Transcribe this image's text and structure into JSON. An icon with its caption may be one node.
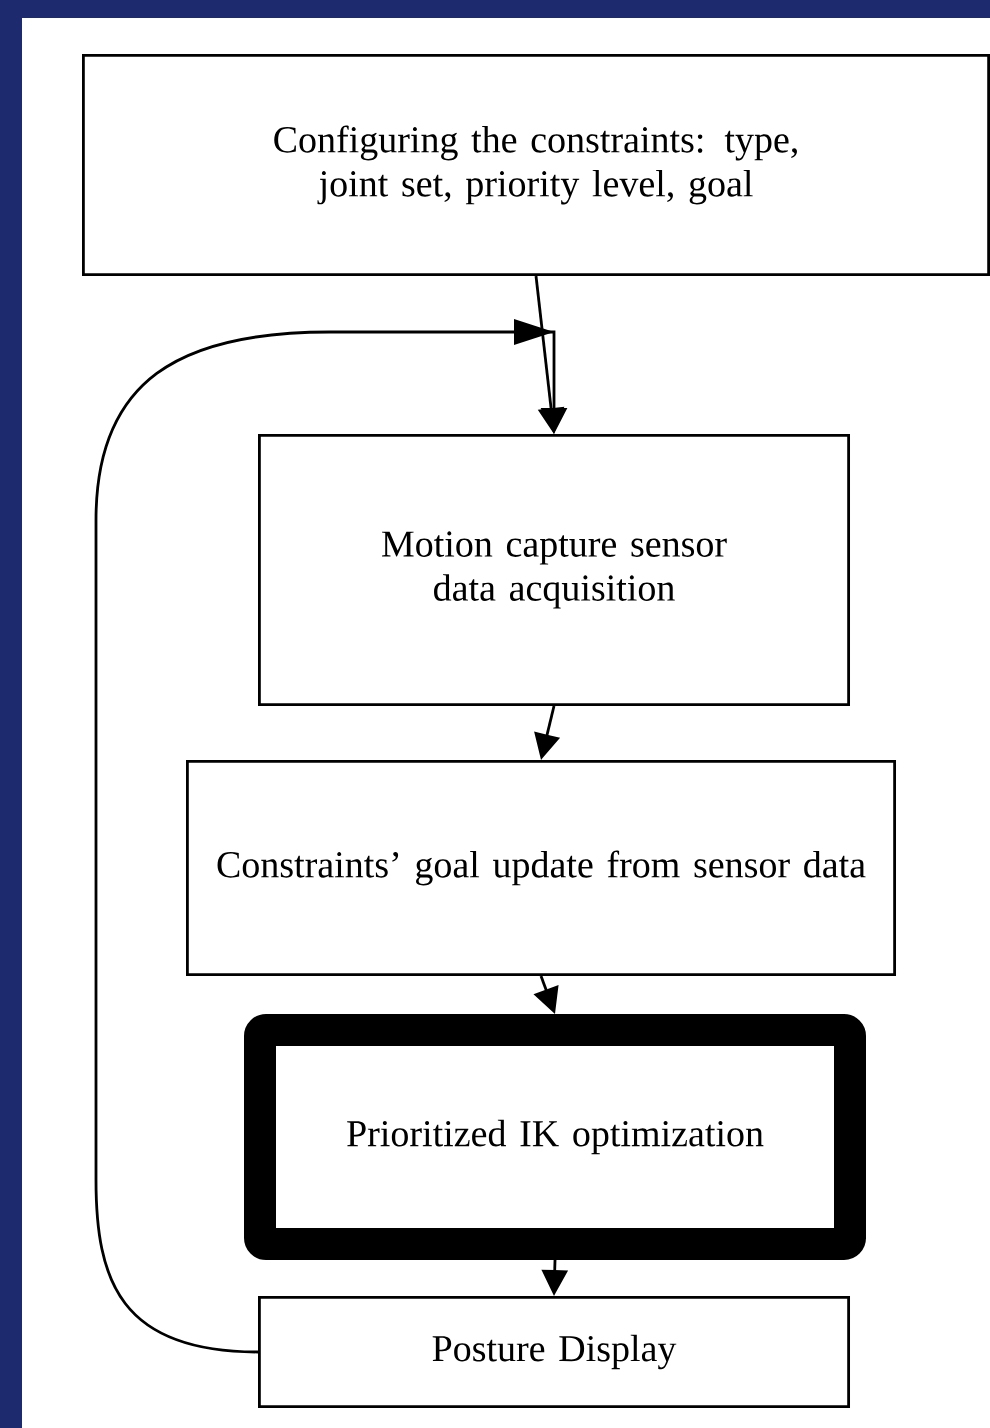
{
  "diagram": {
    "nodes": [
      {
        "text": [
          "Configuring the constraints: type, joint set, priority level, goal"
        ]
      },
      {
        "text": [
          "Motion capture sensor data acquisition"
        ]
      },
      {
        "text": [
          "Constraints’ goal update from sensor data"
        ]
      },
      {
        "text": [
          "Prioritized IK optimization"
        ]
      },
      {
        "text": [
          "Posture Display"
        ]
      }
    ],
    "edges": [
      {
        "from": 0,
        "to": 1,
        "arrow": "to"
      },
      {
        "from": 1,
        "to": 2,
        "arrow": "to"
      },
      {
        "from": 2,
        "to": 3,
        "arrow": "to"
      },
      {
        "from": 3,
        "to": 4,
        "arrow": "to"
      },
      {
        "from": 4,
        "to": 1,
        "arrow": "to"
      }
    ]
  }
}
